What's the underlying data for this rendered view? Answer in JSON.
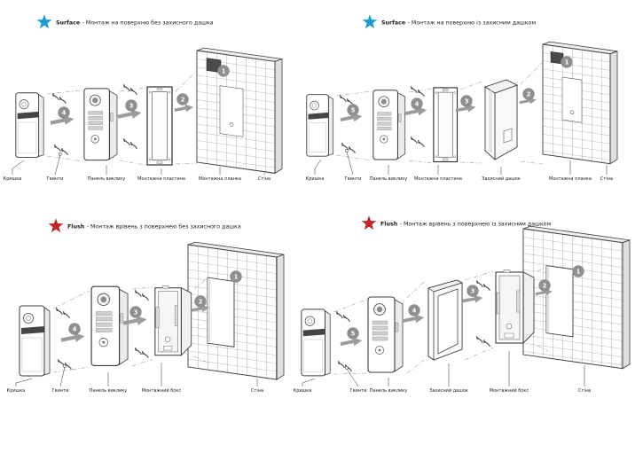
{
  "colors": {
    "star_blue": "#189bd7",
    "star_red": "#c32227",
    "step_circle": "#8f8f8f"
  },
  "quadrants": [
    {
      "id": "surface-plain",
      "star_icon": "blue-star-icon",
      "title_type": "Surface",
      "title_desc": "- Монтаж на поверхню без захисного дашка",
      "steps": [
        "1",
        "2",
        "3",
        "4"
      ],
      "labels": [
        "Кришка",
        "Гвинти",
        "Панель виклику",
        "Монтажна пластина",
        "Монтажна планка",
        "Стіна"
      ]
    },
    {
      "id": "surface-hood",
      "star_icon": "blue-star-icon",
      "title_type": "Surface",
      "title_desc": "- Монтаж на поверхню із захисним дашком",
      "steps": [
        "1",
        "2",
        "3",
        "4",
        "5"
      ],
      "labels": [
        "Кришка",
        "Гвинти",
        "Панель виклику",
        "Монтажна пластина",
        "Захисний дашок",
        "Монтажна планка",
        "Стіна"
      ]
    },
    {
      "id": "flush-plain",
      "star_icon": "red-star-icon",
      "title_type": "Flush",
      "title_desc": "- Монтаж врівень з поверхнею без захисного дашка",
      "steps": [
        "1",
        "2",
        "3",
        "4"
      ],
      "labels": [
        "Кришка",
        "Гвинти",
        "Панель виклику",
        "Монтажний бокс",
        "Стіна"
      ]
    },
    {
      "id": "flush-hood",
      "star_icon": "red-star-icon",
      "title_type": "Flush",
      "title_desc": "- Монтаж врівень з поверхнею із захисним дашком",
      "steps": [
        "1",
        "2",
        "3",
        "4",
        "5"
      ],
      "labels": [
        "Кришка",
        "Гвинти",
        "Панель виклику",
        "Захисний дашок",
        "Монтажний бокс",
        "Стіна"
      ]
    }
  ]
}
